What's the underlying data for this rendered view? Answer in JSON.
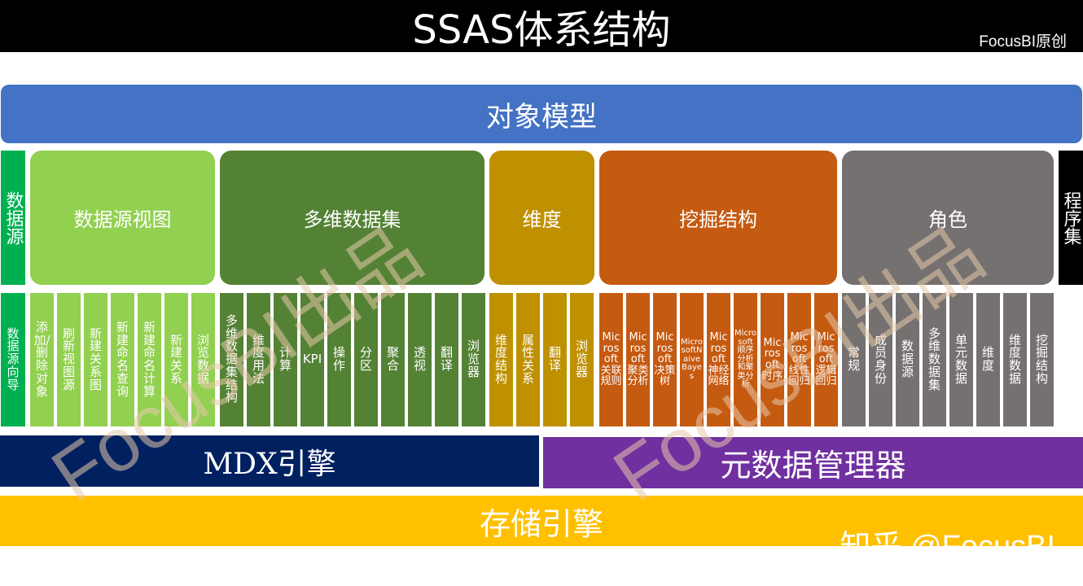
{
  "title": "SSAS体系结构",
  "credit": "FocusBI原创",
  "object_model": "对象模型",
  "left_side": "数据源",
  "right_side": "程序集",
  "categories": [
    {
      "label": "数据源视图",
      "color": "#92d050"
    },
    {
      "label": "多维数据集",
      "color": "#548235"
    },
    {
      "label": "维度",
      "color": "#bf9000"
    },
    {
      "label": "挖掘结构",
      "color": "#c55a11"
    },
    {
      "label": "角色",
      "color": "#767171"
    }
  ],
  "items": {
    "datasource": [
      "数据源向导"
    ],
    "dsv": [
      "添加/删除对象",
      "刷新视图源",
      "新建关系图",
      "新建命名查询",
      "新建命名计算",
      "新建关系",
      "浏览数据"
    ],
    "cube": [
      "多维数据集结构",
      "维度用法",
      "计算",
      "KPI",
      "操作",
      "分区",
      "聚合",
      "透视",
      "翻译",
      "浏览器"
    ],
    "dimension": [
      "维度结构",
      "属性关系",
      "翻译",
      "浏览器"
    ],
    "mining": [
      "Microsoft关联规则",
      "Microsoft聚类分析",
      "Microsoft决策树",
      "MicrosoftNaiveBayes",
      "Microsoft神经网络",
      "Microsoft顺序分析和聚类分析",
      "Microsoft时序",
      "Microsoft线性回归",
      "Microsoft逻辑回归"
    ],
    "roles": [
      "常规",
      "成员身份",
      "数据源",
      "多维数据集",
      "单元数据",
      "维度",
      "维度数据",
      "挖掘结构"
    ]
  },
  "mdx": "MDX引擎",
  "metadata_manager": "元数据管理器",
  "storage": "存储引擎",
  "watermark": "FocusBI出品",
  "zhihu": "知乎 @FocusBI",
  "colors": {
    "datasource": "#00b050",
    "dsv": "#92d050",
    "cube": "#548235",
    "dimension": "#bf9000",
    "mining": "#c55a11",
    "roles": "#767171"
  }
}
